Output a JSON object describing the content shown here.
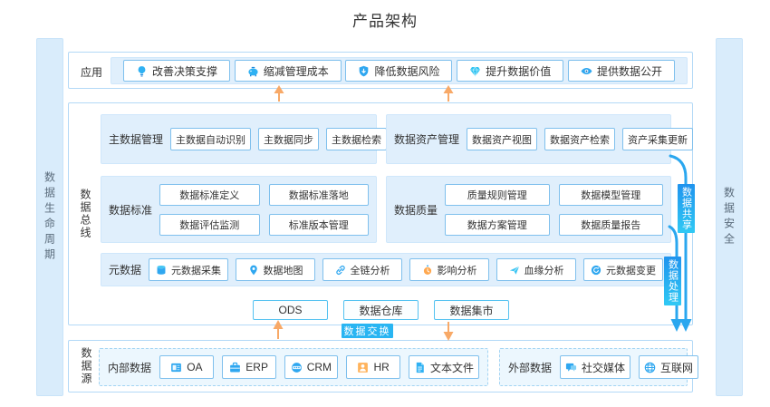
{
  "title": "产品架构",
  "colors": {
    "box_border": "#b3d9f7",
    "panel_bg": "#e0effc",
    "button_border": "#7fc0ed",
    "storage_border": "#54c2f1",
    "sidebar_bg": "#d9ecfb",
    "badge_cyan": "#29b5f2",
    "badge_gradient_top": "#1f93ee",
    "badge_gradient_bottom": "#30c9f4",
    "arrow_orange": "#f8a967",
    "arrow_blue": "#2aa7ef",
    "icon_blue": "#2fa7f0"
  },
  "left_bar": {
    "label": "数据生命周期"
  },
  "right_bar": {
    "label": "数据安全"
  },
  "app_row": {
    "label": "应用",
    "buttons": [
      {
        "label": "改善决策支撑",
        "icon": "lightbulb-icon"
      },
      {
        "label": "缩减管理成本",
        "icon": "piggy-bank-icon"
      },
      {
        "label": "降低数据风险",
        "icon": "shield-icon"
      },
      {
        "label": "提升数据价值",
        "icon": "gem-icon"
      },
      {
        "label": "提供数据公开",
        "icon": "eye-icon"
      }
    ]
  },
  "bus": {
    "label": "数据总线",
    "master_data": {
      "label": "主数据管理",
      "buttons": [
        "主数据自动识别",
        "主数据同步",
        "主数据检索"
      ]
    },
    "data_asset": {
      "label": "数据资产管理",
      "buttons": [
        "数据资产视图",
        "数据资产检索",
        "资产采集更新"
      ]
    },
    "data_standard": {
      "label": "数据标准",
      "buttons": [
        "数据标准定义",
        "数据标准落地",
        "数据评估监测",
        "标准版本管理"
      ]
    },
    "data_quality": {
      "label": "数据质量",
      "buttons": [
        "质量规则管理",
        "数据模型管理",
        "数据方案管理",
        "数据质量报告"
      ]
    },
    "metadata": {
      "label": "元数据",
      "buttons": [
        {
          "label": "元数据采集",
          "icon": "database-icon"
        },
        {
          "label": "数据地图",
          "icon": "map-pin-icon"
        },
        {
          "label": "全链分析",
          "icon": "link-icon"
        },
        {
          "label": "影响分析",
          "icon": "stopwatch-icon"
        },
        {
          "label": "血缘分析",
          "icon": "lineage-icon"
        },
        {
          "label": "元数据变更",
          "icon": "refresh-icon"
        }
      ]
    },
    "storage": {
      "buttons": [
        "ODS",
        "数据仓库",
        "数据集市"
      ]
    }
  },
  "connectors": {
    "data_exchange": "数据交换",
    "data_share": "数据共享",
    "data_process": "数据处理"
  },
  "source": {
    "label": "数据源",
    "internal": {
      "label": "内部数据",
      "buttons": [
        {
          "label": "OA",
          "icon": "oa-icon"
        },
        {
          "label": "ERP",
          "icon": "erp-icon"
        },
        {
          "label": "CRM",
          "icon": "crm-icon"
        },
        {
          "label": "HR",
          "icon": "hr-icon"
        },
        {
          "label": "文本文件",
          "icon": "text-file-icon"
        }
      ]
    },
    "external": {
      "label": "外部数据",
      "buttons": [
        {
          "label": "社交媒体",
          "icon": "social-media-icon"
        },
        {
          "label": "互联网",
          "icon": "internet-icon"
        }
      ]
    }
  }
}
